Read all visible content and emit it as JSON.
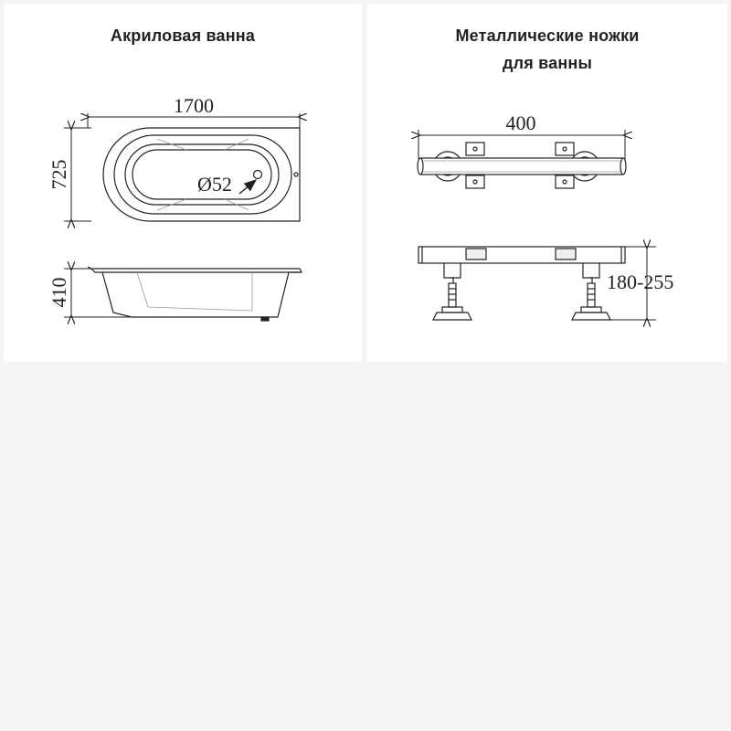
{
  "colors": {
    "background": "#f5f5f5",
    "panel": "#ffffff",
    "line": "#222222",
    "hatch": "#bbbbbb"
  },
  "left_panel": {
    "title": "Акриловая ванна",
    "dims": {
      "length": "1700",
      "width": "725",
      "height": "410",
      "drain": "Ø52"
    }
  },
  "right_panel": {
    "title_line1": "Металлические ножки",
    "title_line2": "для ванны",
    "dims": {
      "span": "400",
      "height_range": "180-255"
    }
  }
}
